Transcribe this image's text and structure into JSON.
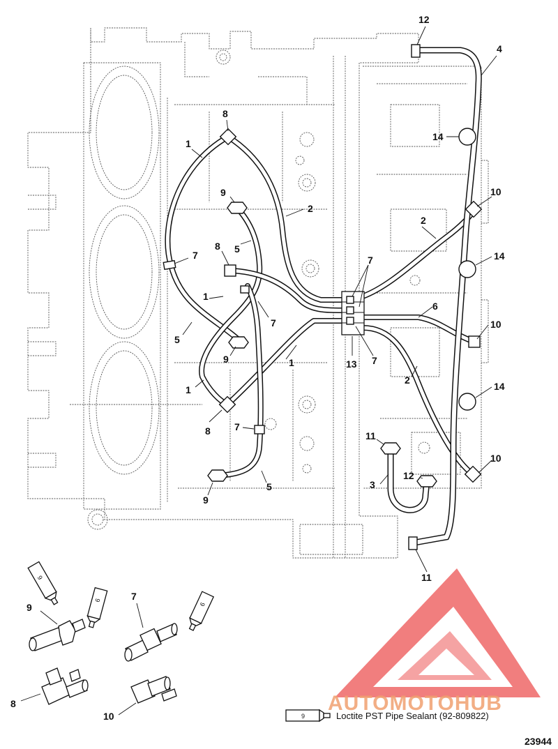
{
  "callouts": {
    "c12_top": "12",
    "c4": "4",
    "c14_a": "14",
    "c10_a": "10",
    "c8_top": "8",
    "c1_a": "1",
    "c9_a": "9",
    "c2_a": "2",
    "c2_b": "2",
    "c14_b": "14",
    "c8_mid": "8",
    "c7_a": "7",
    "c5_a": "5",
    "c7_b": "7",
    "c1_b": "1",
    "c7_c": "7",
    "c6": "6",
    "c10_b": "10",
    "c5_b": "5",
    "c9_b": "9",
    "c1_c": "1",
    "c13": "13",
    "c7_d": "7",
    "c2_c": "2",
    "c1_d": "1",
    "c14_c": "14",
    "c8_bot": "8",
    "c7_e": "7",
    "c11_a": "11",
    "c10_c": "10",
    "c12_b": "12",
    "c3": "3",
    "c5_c": "5",
    "c9_c": "9",
    "c11_b": "11",
    "d9": "9",
    "d7": "7",
    "d8": "8",
    "d10": "10"
  },
  "tube_label": "9",
  "legend": {
    "tube_label": "9",
    "text": "Loctite PST Pipe Sealant (92-809822)"
  },
  "figure_number": "23944",
  "watermark": {
    "text": "AUTOMOTOHUB",
    "color": "#f07070",
    "accent": "#f5a3a3"
  }
}
